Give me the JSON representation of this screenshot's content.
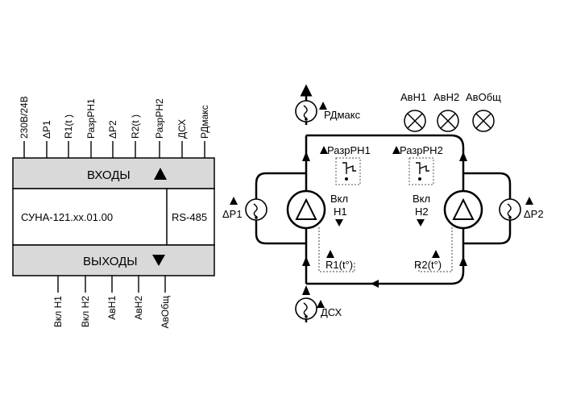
{
  "controller": {
    "inputs_header": "ВХОДЫ",
    "outputs_header": "ВЫХОДЫ",
    "model": "СУНА-121.xx.01.00",
    "interface": "RS-485",
    "input_terminals": [
      "230В/24В",
      "ΔР1",
      "R1(t )",
      "РазрРН1",
      "ΔР2",
      "R2(t )",
      "РазрРН2",
      "ДСХ",
      "РДмакс"
    ],
    "output_terminals": [
      "Вкл Н1",
      "Вкл Н2",
      "АвН1",
      "АвН2",
      "АвОбщ"
    ]
  },
  "scheme": {
    "alarms": [
      "АвН1",
      "АвН2",
      "АвОбщ"
    ],
    "rd_max": "РДмакс",
    "dsx": "ДСХ",
    "dp1": "ΔР1",
    "dp2": "ΔР2",
    "perm1": "РазрРН1",
    "perm2": "РазрРН2",
    "vkl": "Вкл",
    "h1": "Н1",
    "h2": "Н2",
    "r1": "R1(t°)",
    "r2": "R2(t°)"
  }
}
